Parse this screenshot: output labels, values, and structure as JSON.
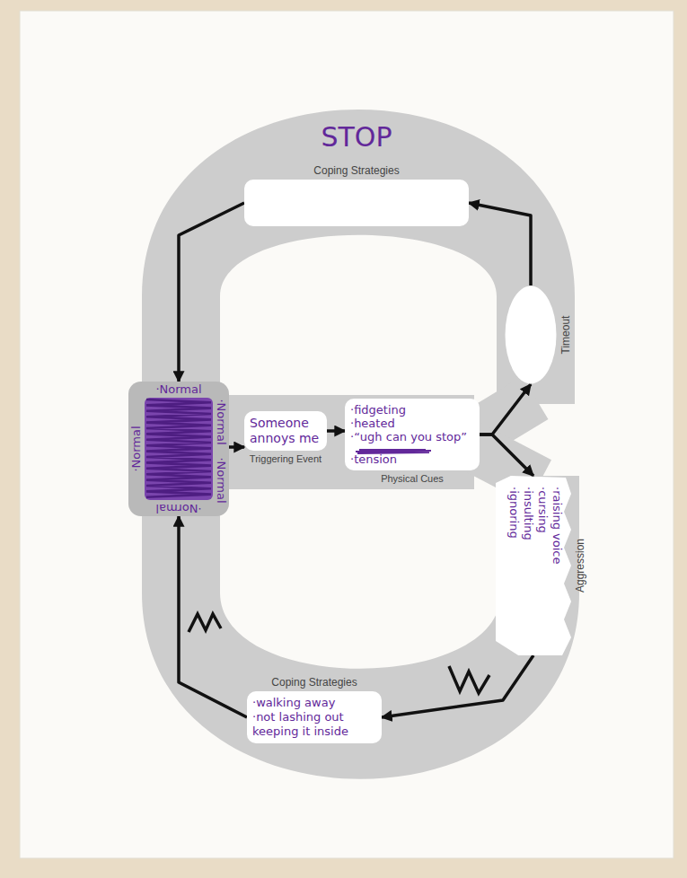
{
  "diagram": {
    "nodes": [
      {
        "text": [
          "·Normal",
          "·Normal",
          "·Normal",
          "·Normal",
          "·Normal"
        ]
      },
      {
        "text": [
          "Someone annoys me",
          "Triggering Event"
        ]
      },
      {
        "text": [
          "·fidgeting",
          "·heated",
          "·“ugh can you stop”",
          "·tension",
          "Physical Cues"
        ]
      },
      {
        "text": [
          "Timeout"
        ]
      },
      {
        "text": [
          "·raising voice",
          "·cursing",
          "·insulting",
          "·ignoring",
          "Aggression"
        ]
      },
      {
        "text": [
          "Coping Strategies"
        ]
      },
      {
        "text": [
          "·walking away",
          "·not lashing out",
          "keeping it inside",
          "Coping Strategies"
        ]
      }
    ],
    "edges": [
      {
        "from": 0,
        "to": 1,
        "arrow": "to"
      },
      {
        "from": 1,
        "to": 2,
        "arrow": "to"
      },
      {
        "from": 2,
        "to": 3,
        "arrow": "to"
      },
      {
        "from": 2,
        "to": 4,
        "arrow": "to"
      },
      {
        "from": 3,
        "to": 5,
        "arrow": "to"
      },
      {
        "from": 5,
        "to": 0,
        "arrow": "to"
      },
      {
        "from": 4,
        "to": 6,
        "arrow": "to"
      },
      {
        "from": 6,
        "to": 0,
        "arrow": "to"
      }
    ],
    "labels": [
      "STOP"
    ]
  }
}
